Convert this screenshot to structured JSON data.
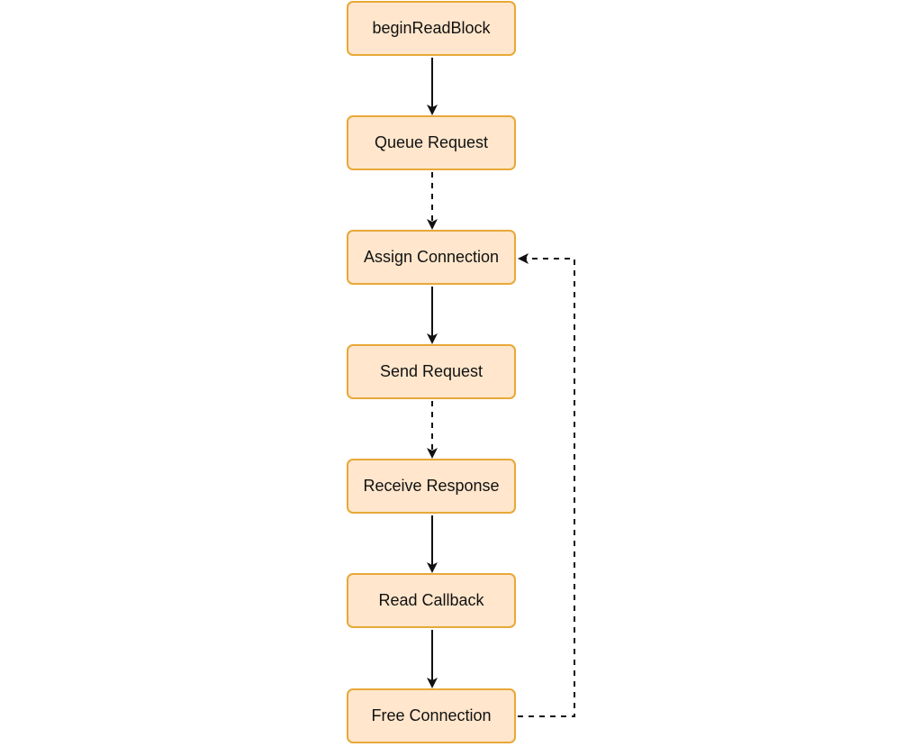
{
  "diagram": {
    "type": "flowchart",
    "nodes": [
      {
        "id": "n1",
        "label": "beginReadBlock"
      },
      {
        "id": "n2",
        "label": "Queue Request"
      },
      {
        "id": "n3",
        "label": "Assign Connection"
      },
      {
        "id": "n4",
        "label": "Send Request"
      },
      {
        "id": "n5",
        "label": "Receive Response"
      },
      {
        "id": "n6",
        "label": "Read Callback"
      },
      {
        "id": "n7",
        "label": "Free Connection"
      }
    ],
    "edges": [
      {
        "from": "n1",
        "to": "n2",
        "style": "solid"
      },
      {
        "from": "n2",
        "to": "n3",
        "style": "dashed"
      },
      {
        "from": "n3",
        "to": "n4",
        "style": "solid"
      },
      {
        "from": "n4",
        "to": "n5",
        "style": "dashed"
      },
      {
        "from": "n5",
        "to": "n6",
        "style": "solid"
      },
      {
        "from": "n6",
        "to": "n7",
        "style": "solid"
      },
      {
        "from": "n7",
        "to": "n3",
        "style": "dashed"
      }
    ],
    "colors": {
      "node_fill": "#ffe6cc",
      "node_border": "#e8a838",
      "edge": "#111111"
    }
  }
}
